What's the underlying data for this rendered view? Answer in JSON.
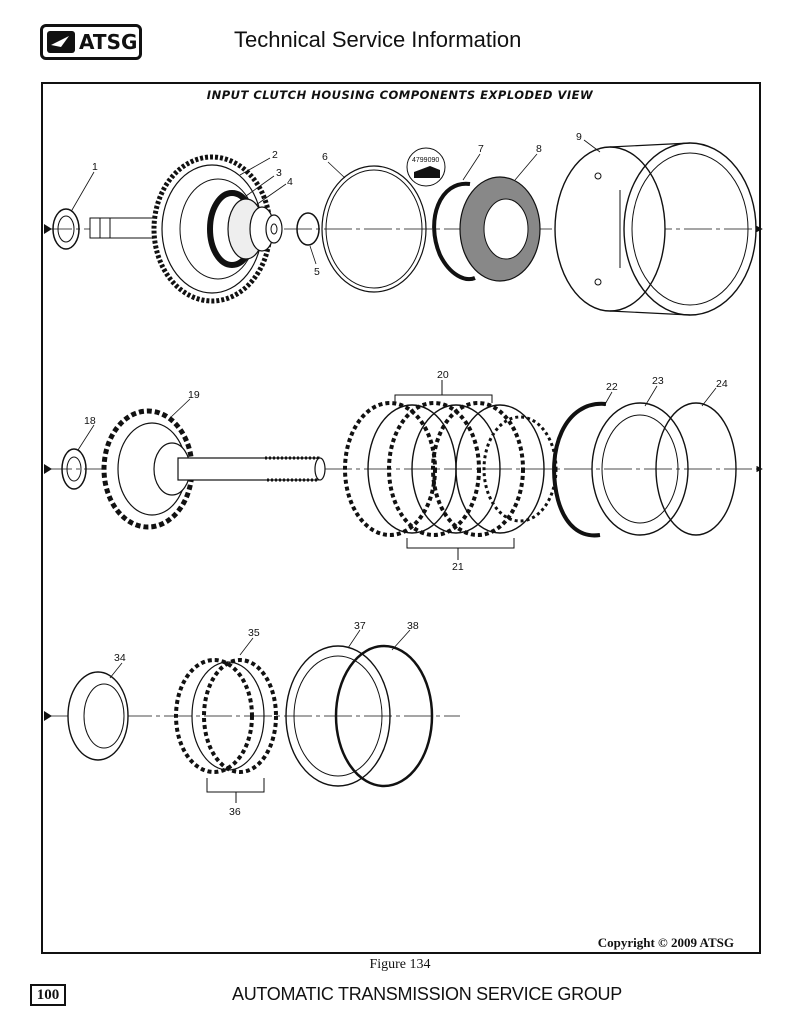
{
  "header": {
    "logo_text": "ATSG",
    "title": "Technical Service Information"
  },
  "diagram": {
    "title": "INPUT CLUTCH HOUSING COMPONENTS EXPLODED VIEW",
    "part_stamp": "4799090",
    "callouts": {
      "c1": "1",
      "c2": "2",
      "c3": "3",
      "c4": "4",
      "c5": "5",
      "c6": "6",
      "c7": "7",
      "c8": "8",
      "c9": "9",
      "c18": "18",
      "c19": "19",
      "c20": "20",
      "c21": "21",
      "c22": "22",
      "c23": "23",
      "c24": "24",
      "c34": "34",
      "c35": "35",
      "c36": "36",
      "c37": "37",
      "c38": "38"
    }
  },
  "footer": {
    "copyright": "Copyright © 2009 ATSG",
    "figure": "Figure 134",
    "page_number": "100",
    "org": "AUTOMATIC TRANSMISSION SERVICE GROUP"
  }
}
